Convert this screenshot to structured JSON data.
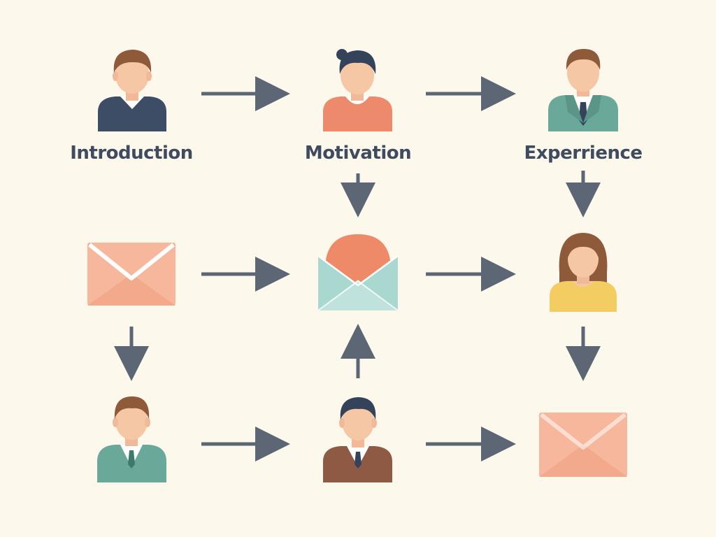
{
  "labels": {
    "introduction": "Introduction",
    "motivation": "Motivation",
    "experience": "Experrience"
  },
  "colors": {
    "background": "#fcf8ec",
    "arrow": "#5c6675",
    "label_text": "#3f4b5e",
    "skin": "#f6c7a5",
    "hair_brown": "#8f5a3a",
    "hair_dark": "#34435a",
    "navy_shirt": "#3e4d66",
    "coral_shirt": "#ec8a6b",
    "teal_suit": "#6aa89a",
    "brown_sweater": "#8e5a43",
    "yellow_shirt": "#f3cc62",
    "envelope_peach": "#f6b79c",
    "envelope_mint": "#a9d8d0",
    "envelope_letter": "#ef8a68"
  },
  "icons": [
    "person-navy-shirt-icon",
    "person-coral-shirt-icon",
    "person-teal-suit-icon",
    "envelope-icon",
    "open-envelope-icon",
    "woman-yellow-shirt-icon",
    "person-teal-sweater-icon",
    "person-brown-sweater-icon",
    "envelope-icon"
  ]
}
